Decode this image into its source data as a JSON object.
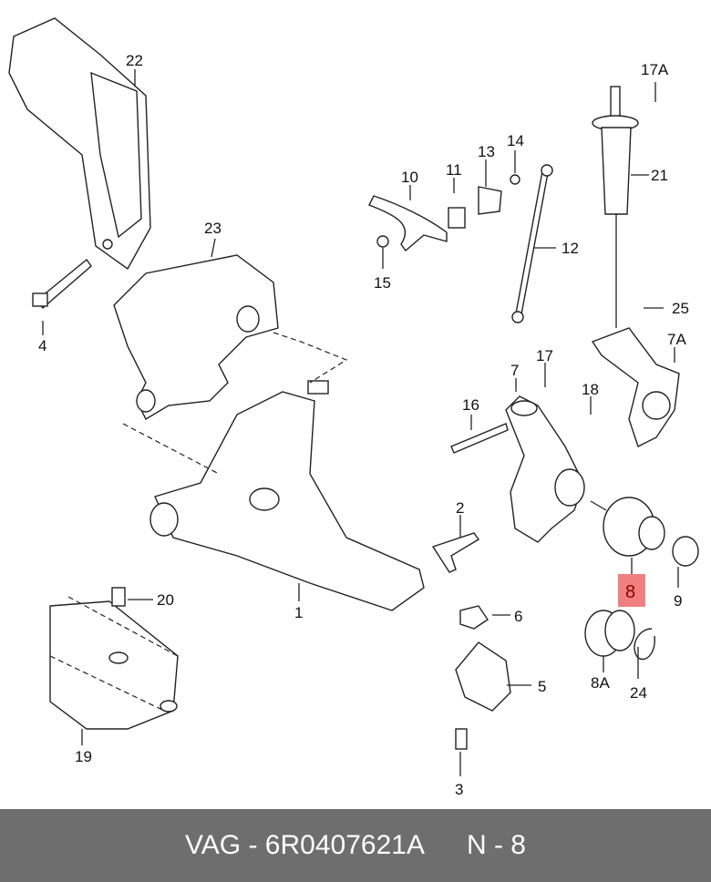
{
  "labels": {
    "p22": "22",
    "p23": "23",
    "p4": "4",
    "p10": "10",
    "p11": "11",
    "p13": "13",
    "p14": "14",
    "p15": "15",
    "p12": "12",
    "p17A": "17A",
    "p21": "21",
    "p25": "25",
    "p7A": "7A",
    "p7": "7",
    "p17": "17",
    "p16": "16",
    "p18": "18",
    "p2": "2",
    "p1": "1",
    "p20": "20",
    "p19": "19",
    "p6": "6",
    "p5": "5",
    "p3": "3",
    "p8": "8",
    "p9": "9",
    "p8A": "8A",
    "p24": "24"
  },
  "highlight": {
    "part": "8",
    "color": "#f08080"
  },
  "footer": {
    "brand_part": "VAG - 6R0407621A",
    "position": "N - 8",
    "background": "#6e6e6e"
  }
}
